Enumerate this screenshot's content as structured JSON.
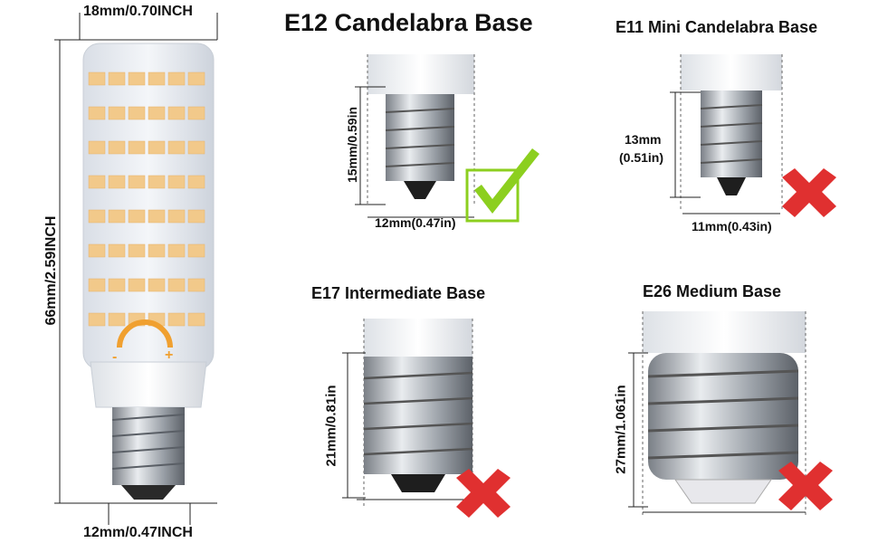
{
  "bulb": {
    "top_width": "18mm/0.70INCH",
    "height": "66mm/2.59INCH",
    "bottom_width": "12mm/0.47INCH",
    "dimmer_minus": "-",
    "dimmer_plus": "+"
  },
  "panels": {
    "e12": {
      "title": "E12 Candelabra Base",
      "height": "15mm/0.59in",
      "width": "12mm(0.47in)",
      "status": "compatible"
    },
    "e11": {
      "title": "E11 Mini Candelabra Base",
      "height_mm": "13mm",
      "height_in": "(0.51in)",
      "width": "11mm(0.43in)",
      "status": "incompatible"
    },
    "e17": {
      "title": "E17 Intermediate Base",
      "height": "21mm/0.81in",
      "status": "incompatible"
    },
    "e26": {
      "title": "E26 Medium Base",
      "height": "27mm/1.061in",
      "status": "incompatible"
    }
  },
  "colors": {
    "check": "#8ccf1f",
    "cross": "#e03030",
    "led": "#f2c98a"
  },
  "icons": [
    "check-icon",
    "cross-icon",
    "dimmer-arc-icon"
  ]
}
